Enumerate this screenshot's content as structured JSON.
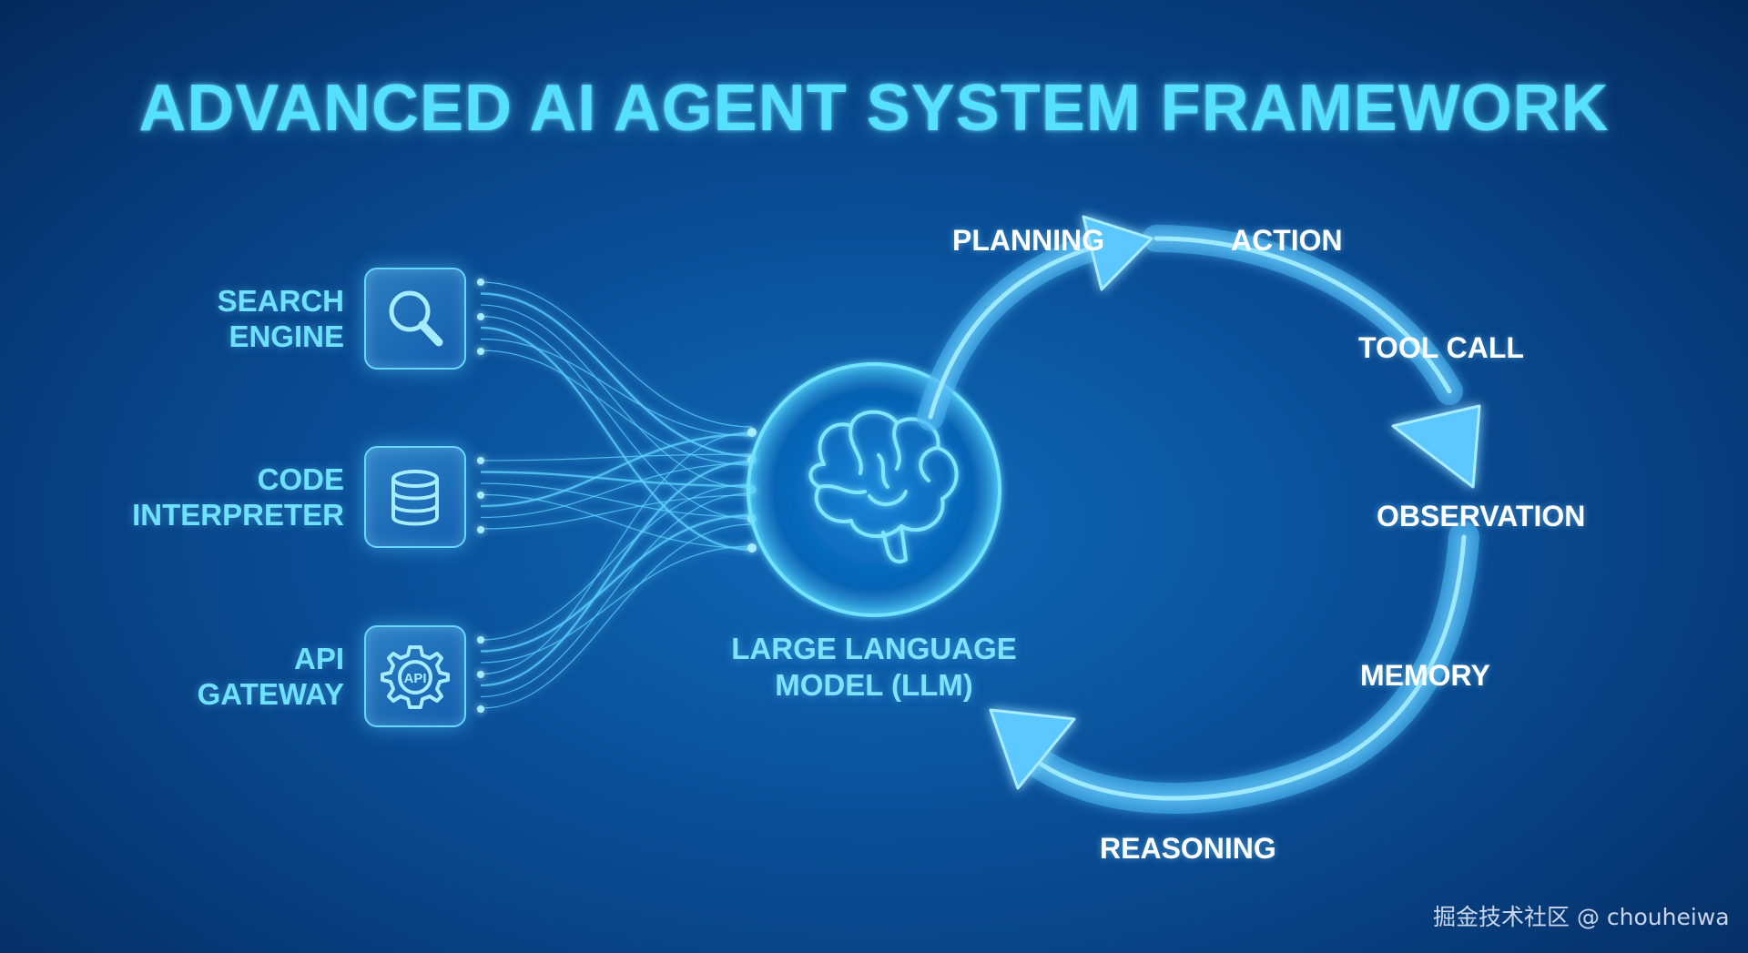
{
  "title": "ADVANCED AI AGENT SYSTEM FRAMEWORK",
  "tools": [
    {
      "line1": "SEARCH",
      "line2": "ENGINE",
      "icon": "magnifier-icon"
    },
    {
      "line1": "CODE",
      "line2": "INTERPRETER",
      "icon": "database-icon"
    },
    {
      "line1": "API",
      "line2": "GATEWAY",
      "icon": "api-gear-icon",
      "icon_text": "API"
    }
  ],
  "llm": {
    "line1": "LARGE LANGUAGE",
    "line2": "MODEL (LLM)",
    "icon": "brain-icon"
  },
  "cycle": {
    "planning": "PLANNING",
    "action": "ACTION",
    "tool_call": "TOOL CALL",
    "observation": "OBSERVATION",
    "memory": "MEMORY",
    "reasoning": "REASONING"
  },
  "watermark": "掘金技术社区 @ chouheiwa",
  "colors": {
    "accent": "#56e0ff",
    "glow": "#3fc6ff",
    "background": "#0a4f98"
  }
}
